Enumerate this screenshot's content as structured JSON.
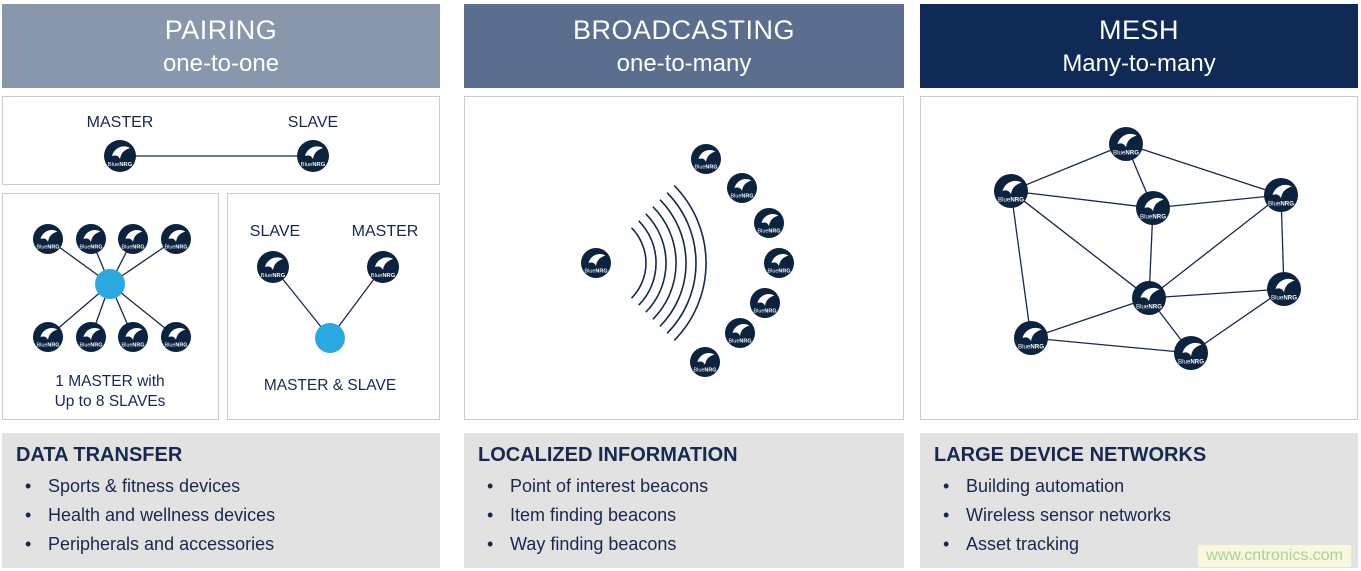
{
  "node_label_thin": "Blue",
  "node_label_bold": "NRG",
  "watermark": "www.cntronics.com",
  "colors": {
    "header_pairing": "#8997AC",
    "header_broadcasting": "#5B6E8D",
    "header_mesh": "#0E2A55",
    "node": "#0C2340",
    "node_highlight": "#2AA9E0",
    "text": "#16294E",
    "line": "#16294E",
    "footer_bg": "#E2E2E2",
    "box_border": "#C9CDD3",
    "watermark_color": "#A5D398"
  },
  "pairing": {
    "title": "PAIRING",
    "subtitle": "one-to-one",
    "top_left_label": "MASTER",
    "top_right_label": "SLAVE",
    "star_caption_line1": "1 MASTER with",
    "star_caption_line2": "Up to 8 SLAVEs",
    "ms_left_label": "SLAVE",
    "ms_right_label": "MASTER",
    "ms_caption": "MASTER & SLAVE",
    "footer_title": "DATA TRANSFER",
    "footer_bullets": [
      "Sports & fitness devices",
      "Health and wellness devices",
      "Peripherals and accessories"
    ]
  },
  "broadcasting": {
    "title": "BROADCASTING",
    "subtitle": "one-to-many",
    "footer_title": "LOCALIZED INFORMATION",
    "footer_bullets": [
      "Point of interest beacons",
      "Item finding beacons",
      "Way finding beacons"
    ]
  },
  "mesh": {
    "title": "MESH",
    "subtitle": "Many-to-many",
    "footer_title": "LARGE DEVICE NETWORKS",
    "footer_bullets": [
      "Building automation",
      "Wireless sensor networks",
      "Asset tracking"
    ]
  }
}
